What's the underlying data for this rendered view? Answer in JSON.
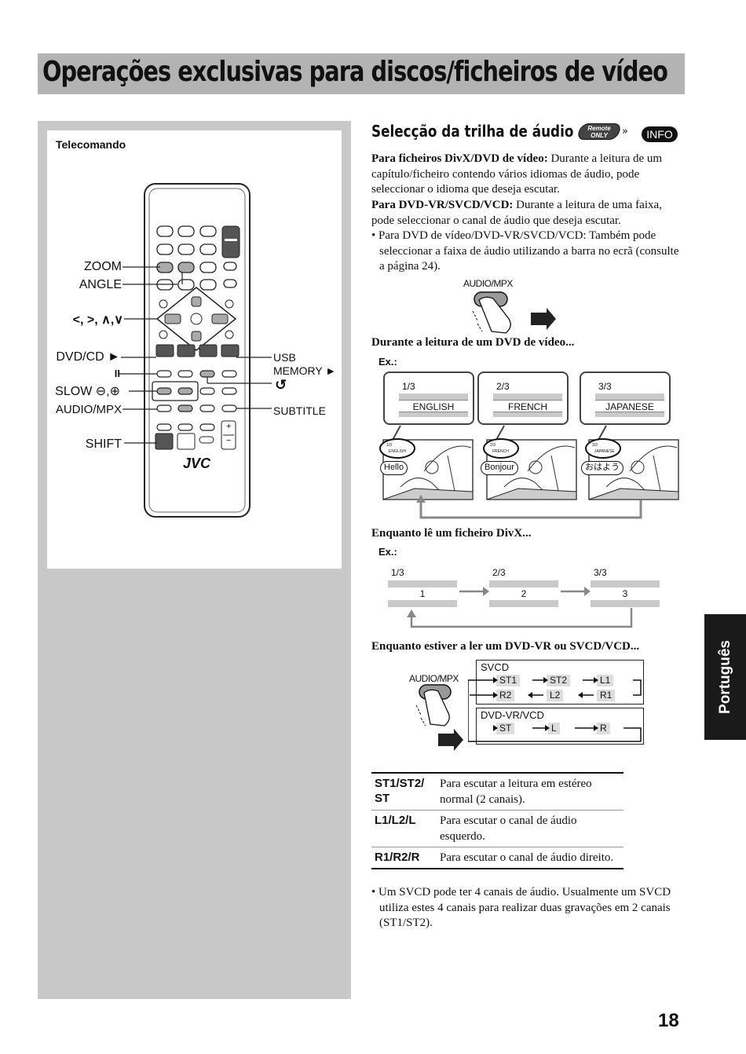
{
  "page": {
    "title": "Operações exclusivas para discos/ficheiros de vídeo",
    "side_tab": "Português",
    "page_number": "18"
  },
  "remote": {
    "title": "Telecomando",
    "brand": "JVC",
    "labels": {
      "zoom": "ZOOM",
      "angle": "ANGLE",
      "cursor": "<, >, ∧,∨",
      "dvdcd": "DVD/CD ►",
      "pause": "II",
      "slow": "SLOW ⊖,⊕",
      "audio_mpx": "AUDIO/MPX",
      "shift": "SHIFT",
      "usb": "USB",
      "memory": "MEMORY ►",
      "return_icon": "↺",
      "subtitle": "SUBTITLE",
      "plus": "+",
      "minus": "−"
    }
  },
  "section": {
    "heading": "Selecção da trilha de áudio",
    "remote_only": "Remote ONLY",
    "arrows": "»",
    "info": "INFO",
    "p1_bold": "Para ficheiros DivX/DVD de vídeo:",
    "p1_text": " Durante a leitura de um capítulo/ficheiro contendo vários idiomas de áudio, pode seleccionar o idioma que deseja escutar.",
    "p2_bold": "Para DVD-VR/SVCD/VCD:",
    "p2_text": " Durante a leitura de uma faixa, pode seleccionar o canal de áudio que deseja escutar.",
    "bullet1": "• Para DVD de vídeo/DVD-VR/SVCD/VCD: Também pode seleccionar a faixa de áudio utilizando a barra no ecrã (consulte a página 24).",
    "button_label": "AUDIO/MPX",
    "dvd_heading": "Durante a leitura de um DVD de vídeo...",
    "ex1": "Ex.:",
    "dvd_examples": [
      {
        "count": "1/3",
        "lang": "ENGLISH",
        "speech": "Hello",
        "mini_count": "1/3",
        "mini_lang": "ENGLISH"
      },
      {
        "count": "2/3",
        "lang": "FRENCH",
        "speech": "Bonjour",
        "mini_count": "2/3",
        "mini_lang": "FRENCH"
      },
      {
        "count": "3/3",
        "lang": "JAPANESE",
        "speech": "おはよう",
        "mini_count": "3/3",
        "mini_lang": "JAPANESE"
      }
    ],
    "divx_heading": "Enquanto lê um ficheiro DivX...",
    "ex2": "Ex.:",
    "divx_examples": [
      {
        "count": "1/3",
        "value": "1"
      },
      {
        "count": "2/3",
        "value": "2"
      },
      {
        "count": "3/3",
        "value": "3"
      }
    ],
    "vr_heading": "Enquanto estiver a ler um DVD-VR ou SVCD/VCD...",
    "button_label2": "AUDIO/MPX",
    "svcd": {
      "title": "SVCD",
      "row1": [
        "ST1",
        "ST2",
        "L1"
      ],
      "row2": [
        "R2",
        "L2",
        "R1"
      ]
    },
    "vr": {
      "title": "DVD-VR/VCD",
      "row": [
        "ST",
        "L",
        "R"
      ]
    },
    "table": [
      {
        "key": "ST1/ST2/ ST",
        "value": "Para escutar a leitura em estéreo normal (2 canais)."
      },
      {
        "key": "L1/L2/L",
        "value": "Para escutar o canal de áudio esquerdo."
      },
      {
        "key": "R1/R2/R",
        "value": "Para escutar o canal de áudio direito."
      }
    ],
    "bullet2": "• Um SVCD pode ter 4 canais de áudio. Usualmente um SVCD utiliza estes 4 canais para realizar duas gravações em 2 canais (ST1/ST2)."
  },
  "colors": {
    "title_bar": "#b3b3b3",
    "left_column": "#c8c8c8",
    "side_tab": "#1a1a1a"
  }
}
